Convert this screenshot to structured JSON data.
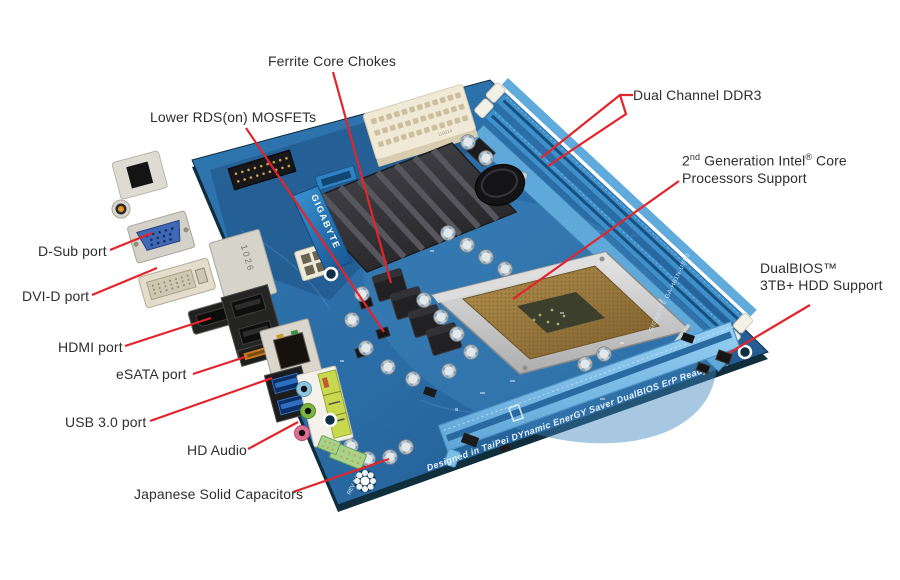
{
  "meta": {
    "title": "Mini-ITX motherboard feature diagram",
    "subject": "Annotated GIGABYTE mini-ITX motherboard product photo with red callout lines"
  },
  "colors": {
    "background": "#ffffff",
    "callout_line_red": "#e3242b",
    "label_text": "#2e2e2e",
    "pcb_blue": "#2f76b0",
    "pcb_blue_dark": "#1d5286",
    "ddr_slot_blue": "#3f8fc9",
    "pcie_slot_blue": "#8cc8ee",
    "heatsink_gray": "#3a3a3e",
    "io_shield_silver": "#d6d3cb",
    "esata_orange": "#c87a1d",
    "audio_jack_blue": "#8fc6e0",
    "audio_jack_green": "#7cb53f",
    "audio_jack_pink": "#df6f92"
  },
  "callouts": {
    "ferrite": {
      "label": "Ferrite Core Chokes"
    },
    "mosfets": {
      "label": "Lower RDS(on) MOSFETs"
    },
    "ddr3": {
      "label": "Dual Channel DDR3"
    },
    "cpu": {
      "l1a": "2",
      "l1sup": "nd",
      "l1b": " Generation Intel",
      "l1reg": "®",
      "l1c": " Core",
      "l2": "Processors Support"
    },
    "dualbios": {
      "line1": "DualBIOS™",
      "line2": "3TB+ HDD Support"
    },
    "dsub": {
      "label": "D-Sub port"
    },
    "dvid": {
      "label": "DVI-D port"
    },
    "hdmi": {
      "label": "HDMI port"
    },
    "esata": {
      "label": "eSATA port"
    },
    "usb3": {
      "label": "USB 3.0 port"
    },
    "hdaudio": {
      "label": "HD Audio"
    },
    "caps": {
      "label": "Japanese Solid Capacitors"
    }
  },
  "board_texts": {
    "edge_slogan": "Designed in TaiPei DYnamic EnerGY Saver DualBIOS  ErP Ready",
    "heatsink_brand": "GIGABYTE",
    "silkscreen_model": "GIGABYTE GA-H61N-USB3",
    "io_block_code": "1026",
    "rev_label": "REV 1.0",
    "atx_code": "110214"
  }
}
